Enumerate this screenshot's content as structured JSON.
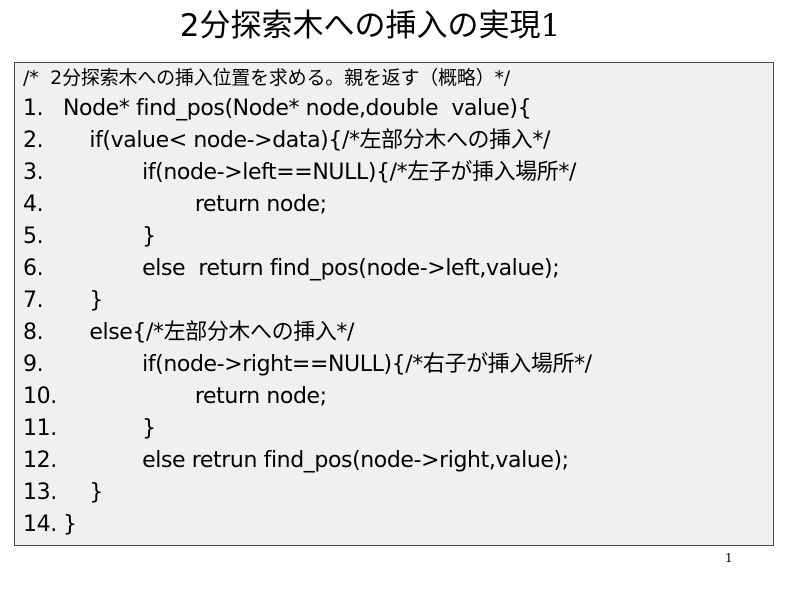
{
  "title": {
    "text": "2分探索木への挿入の実現",
    "number": "1"
  },
  "code": {
    "lines": [
      {
        "no": "",
        "indent": "",
        "text": "/*  2分探索木への挿入位置を求める。親を返す（概略）*/"
      },
      {
        "no": "1.",
        "indent": "",
        "text": "Node* find_pos(Node* node,double  value){"
      },
      {
        "no": "2.",
        "indent": "    ",
        "text": "if(value< node->data){/*左部分木への挿入*/"
      },
      {
        "no": "3.",
        "indent": "            ",
        "text": "if(node->left==NULL){/*左子が挿入場所*/"
      },
      {
        "no": "4.",
        "indent": "                    ",
        "text": "return node;"
      },
      {
        "no": "5.",
        "indent": "            ",
        "text": "}"
      },
      {
        "no": "6.",
        "indent": "            ",
        "text": "else  return find_pos(node->left,value);"
      },
      {
        "no": "7.",
        "indent": "    ",
        "text": "}"
      },
      {
        "no": "8.",
        "indent": "    ",
        "text": "else{/*左部分木への挿入*/"
      },
      {
        "no": "9.",
        "indent": "            ",
        "text": "if(node->right==NULL){/*右子が挿入場所*/"
      },
      {
        "no": "10.",
        "indent": "                    ",
        "text": "return node;"
      },
      {
        "no": "11.",
        "indent": "            ",
        "text": "}"
      },
      {
        "no": "12.",
        "indent": "            ",
        "text": "else retrun find_pos(node->right,value);"
      },
      {
        "no": "13.",
        "indent": "    ",
        "text": "}"
      },
      {
        "no": "14.",
        "indent": "",
        "text": "}"
      }
    ]
  },
  "page_number": "1"
}
